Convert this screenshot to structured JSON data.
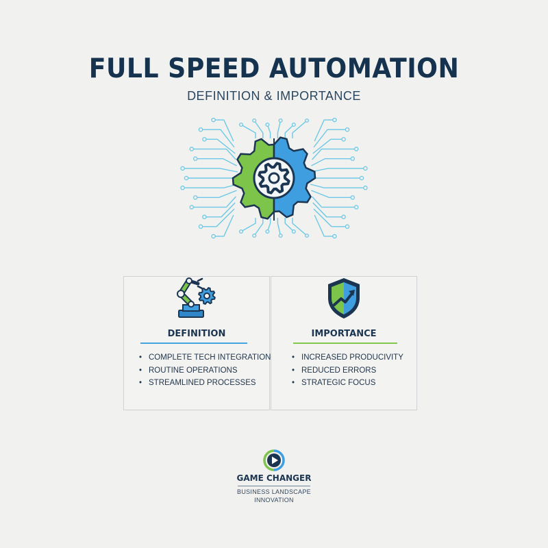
{
  "header": {
    "title": "FULL SPEED AUTOMATION",
    "subtitle": "DEFINITION & IMPORTANCE"
  },
  "hero": {
    "icon": "gear-circuit-icon",
    "colors": {
      "left": "#7dc44a",
      "right": "#3f9ee0",
      "circuit": "#6cc8e6",
      "center": "#1c3550"
    }
  },
  "panels": [
    {
      "icon": "robotic-arm-gear-icon",
      "heading": "DEFINITION",
      "accent": "#45a4e0",
      "items": [
        "COMPLETE TECH INTEGRATION",
        "ROUTINE OPERATIONS",
        "STREAMLINED PROCESSES"
      ]
    },
    {
      "icon": "shield-growth-arrow-icon",
      "heading": "IMPORTANCE",
      "accent": "#7fc84a",
      "items": [
        "INCREASED PRODUCIVITY",
        "REDUCED ERRORS",
        "STRATEGIC FOCUS"
      ]
    }
  ],
  "footer": {
    "logo_icon": "play-circle-icon",
    "brand": "GAME CHANGER",
    "tagline_1": "BUSINESS LANDSCAPE",
    "tagline_2": "INNOVATION"
  }
}
